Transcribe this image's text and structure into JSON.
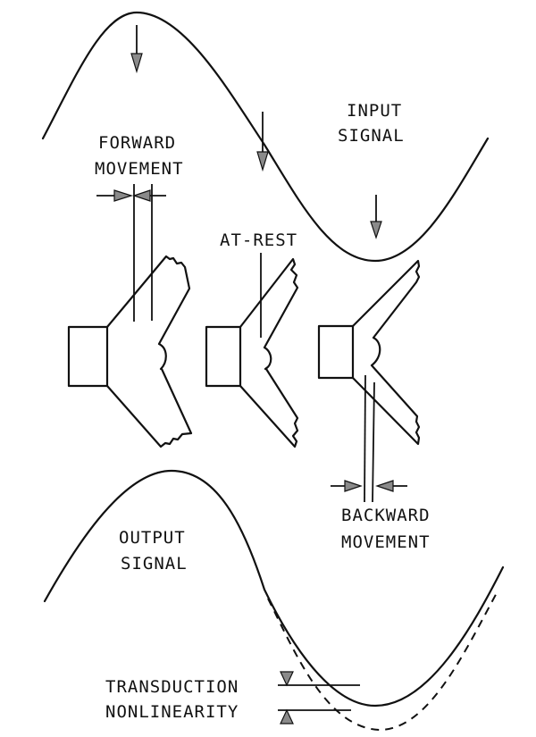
{
  "labels": {
    "input_signal": [
      "INPUT",
      "SIGNAL"
    ],
    "forward_movement": [
      "FORWARD",
      "MOVEMENT"
    ],
    "at_rest": "AT-REST",
    "backward_movement": [
      "BACKWARD",
      "MOVEMENT"
    ],
    "output_signal": [
      "OUTPUT",
      "SIGNAL"
    ],
    "transduction_nonlinearity": [
      "TRANSDUCTION",
      "NONLINEARITY"
    ]
  },
  "speakers": [
    {
      "state": "forward"
    },
    {
      "state": "at-rest"
    },
    {
      "state": "backward"
    }
  ],
  "colors": {
    "line": "#111111",
    "arrow_fill": "#8a8a8a",
    "background": "#ffffff"
  }
}
